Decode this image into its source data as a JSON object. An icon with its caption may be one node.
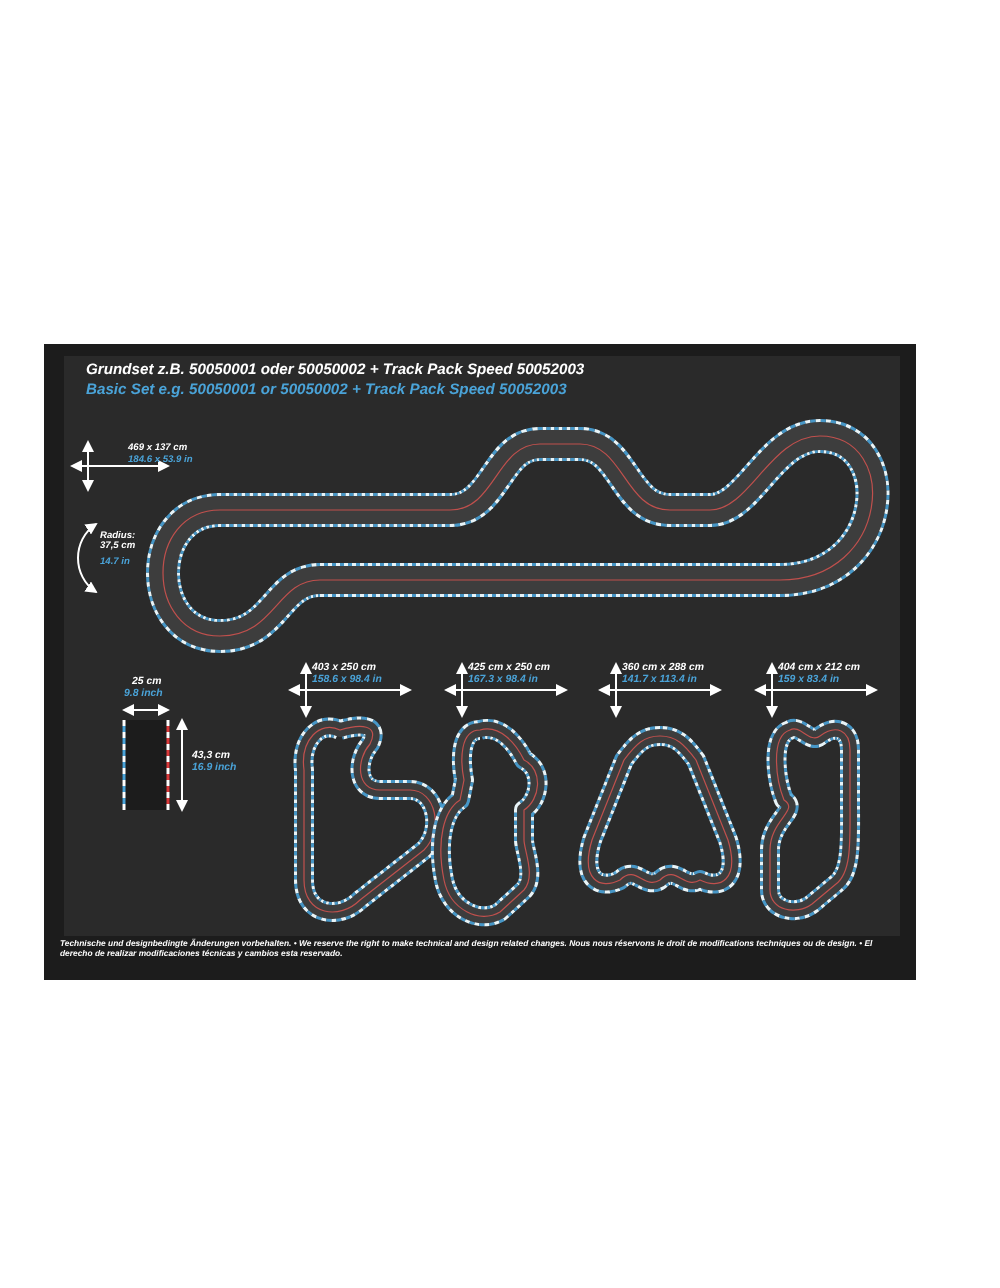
{
  "diagram": {
    "title": "Grundset z.B. 50050001 oder 50050002 + Track Pack Speed 50052003",
    "labels": [
      "Basic Set e.g. 50050001 or 50050002 + Track Pack Speed 50052003",
      "469 x 137 cm",
      "184.6 x 53.9 in",
      "Radius: 37,5 cm",
      "14.7 in",
      "25 cm",
      "9.8 inch",
      "403 x 250 cm",
      "158.6 x 98.4 in",
      "425 cm x 250 cm",
      "167.3 x 98.4 in",
      "360 cm x 288 cm",
      "141.7 x 113.4 in",
      "404 cm x 212 cm",
      "159 x 83.4 in",
      "43,3 cm",
      "16.9 inch",
      "Technische und designbedingte Änderungen vorbehalten. • We reserve the right to make technical and design related changes. Nous nous réservons le droit de modifications techniques ou de design. • El derecho de realizar modificaciones técnicas y cambios esta reservado."
    ]
  }
}
